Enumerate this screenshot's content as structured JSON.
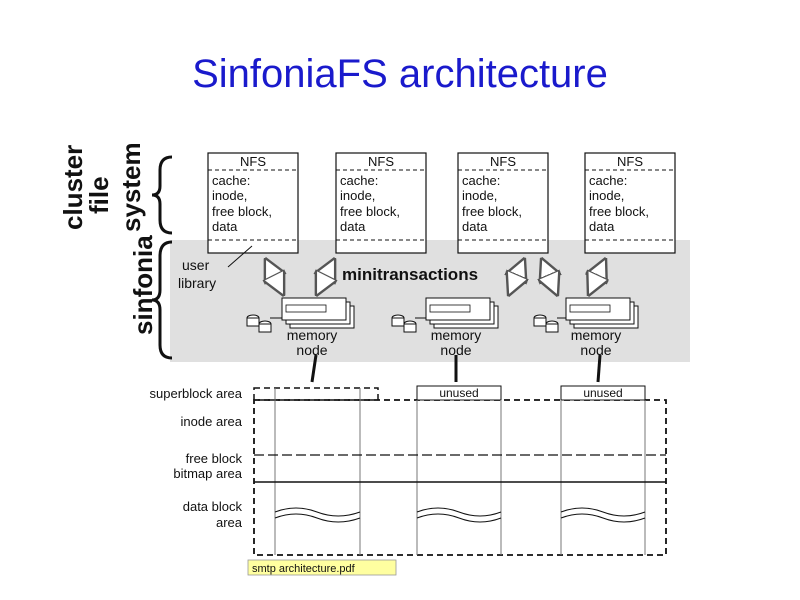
{
  "title": "SinfoniaFS architecture",
  "labels": {
    "cluster_line1": "cluster",
    "cluster_line2": "file",
    "cluster_line3": "system",
    "sinfonia": "sinfonia",
    "user_library_line1": "user",
    "user_library_line2": "library",
    "minitransactions": "minitransactions"
  },
  "nfs_boxes": [
    {
      "header": "NFS",
      "lines": [
        "cache:",
        "inode,",
        "free block,",
        "data"
      ]
    },
    {
      "header": "NFS",
      "lines": [
        "cache:",
        "inode,",
        "free block,",
        "data"
      ]
    },
    {
      "header": "NFS",
      "lines": [
        "cache:",
        "inode,",
        "free block,",
        "data"
      ]
    },
    {
      "header": "NFS",
      "lines": [
        "cache:",
        "inode,",
        "free block,",
        "data"
      ]
    }
  ],
  "memory_nodes": [
    {
      "line1": "memory",
      "line2": "node"
    },
    {
      "line1": "memory",
      "line2": "node"
    },
    {
      "line1": "memory",
      "line2": "node"
    }
  ],
  "areas": {
    "superblock": "superblock area",
    "inode": "inode area",
    "free_block_line1": "free block",
    "free_block_line2": "bitmap area",
    "data_block_line1": "data block",
    "data_block_line2": "area"
  },
  "unused_labels": [
    "unused",
    "unused"
  ],
  "footnote": "smtp architecture.pdf",
  "colors": {
    "title": "#1a1acc",
    "band": "#e0e0e0",
    "footnote_bg": "#ffffa0"
  }
}
